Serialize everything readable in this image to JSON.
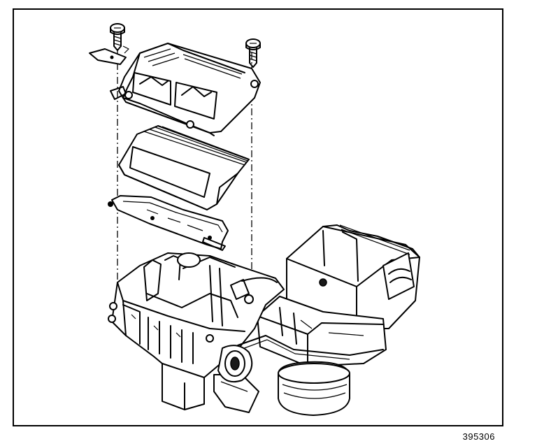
{
  "figure": {
    "id_label": "395306"
  },
  "parts": [
    {
      "icon": "screw-icon",
      "role": "upper-left-screw"
    },
    {
      "icon": "screw-icon",
      "role": "upper-right-screw"
    },
    {
      "icon": "bracket-icon",
      "role": "mounting-bracket"
    },
    {
      "icon": "air-inlet-cover",
      "role": "top-cover"
    },
    {
      "icon": "filter-element",
      "role": "air-filter"
    },
    {
      "icon": "seal-gasket",
      "role": "gasket-plate"
    },
    {
      "icon": "hvac-module",
      "role": "hvac-case"
    },
    {
      "icon": "blower-motor",
      "role": "blower-motor"
    }
  ]
}
